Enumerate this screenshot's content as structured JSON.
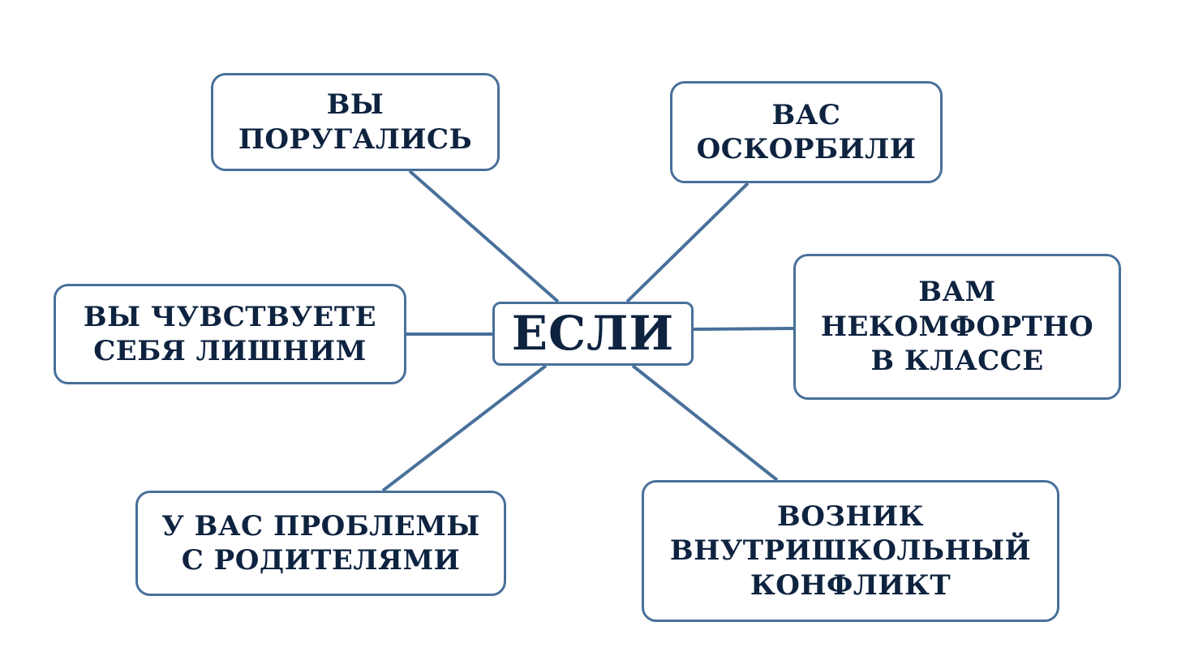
{
  "colors": {
    "border": "#48709a",
    "connector": "#48709a",
    "text": "#0e2340",
    "background": "#ffffff"
  },
  "center": {
    "label": "ЕСЛИ"
  },
  "nodes": {
    "quarreled": {
      "lines": [
        "ВЫ",
        "ПОРУГАЛИСЬ"
      ]
    },
    "insulted": {
      "lines": [
        "ВАС",
        "ОСКОРБИЛИ"
      ]
    },
    "uncomfortable": {
      "lines": [
        "ВАМ",
        "НЕКОМФОРТНО",
        "В КЛАССЕ"
      ]
    },
    "unwanted": {
      "lines": [
        "ВЫ ЧУВСТВУЕТЕ",
        "СЕБЯ ЛИШНИМ"
      ]
    },
    "parents": {
      "lines": [
        "У ВАС ПРОБЛЕМЫ",
        "С РОДИТЕЛЯМИ"
      ]
    },
    "conflict": {
      "lines": [
        "ВОЗНИК",
        "ВНУТРИШКОЛЬНЫЙ",
        "КОНФЛИКТ"
      ]
    }
  }
}
